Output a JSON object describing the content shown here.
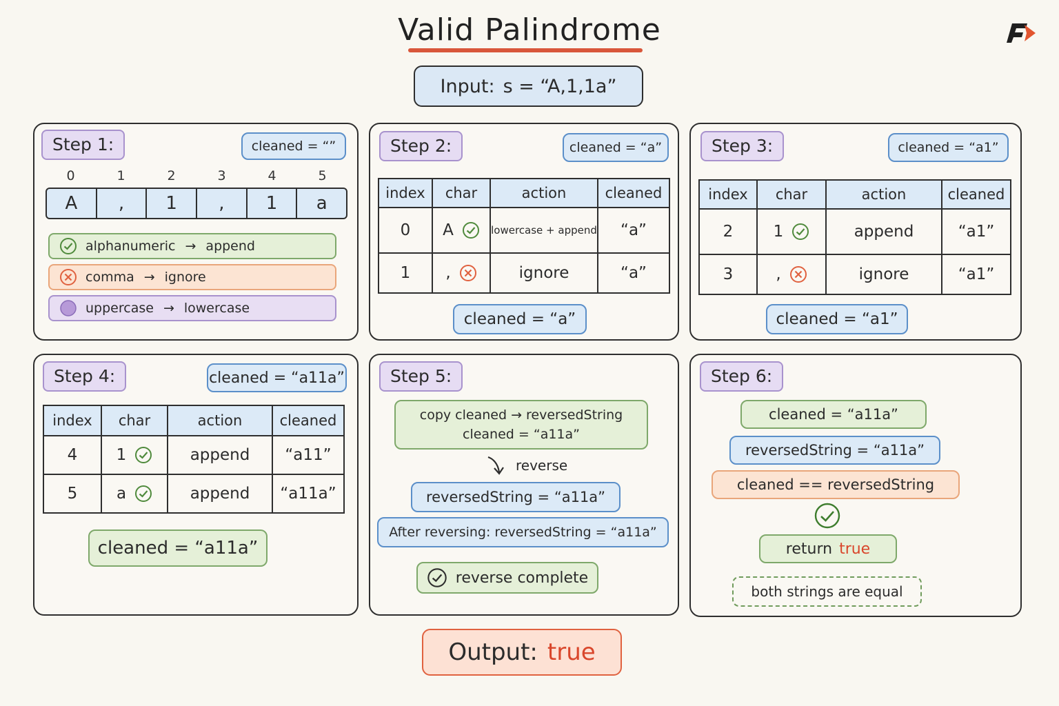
{
  "title": "Valid Palindrome",
  "input": {
    "label": "Input:",
    "expr": "s = “A,1,1a”"
  },
  "colors": {
    "accent_red": "#d9573b",
    "blue": "#dceaf7",
    "green": "#e5f0d8",
    "orange": "#fce4d3",
    "purple": "#e8def3"
  },
  "step1": {
    "tag": "Step 1:",
    "cleaned": "cleaned = “”",
    "indices": [
      "0",
      "1",
      "2",
      "3",
      "4",
      "5"
    ],
    "chars": [
      "A",
      ",",
      "1",
      ",",
      "1",
      "a"
    ],
    "rules": [
      {
        "icon": "check-circle-icon",
        "left": "alphanumeric",
        "arrow": "→",
        "right": "append"
      },
      {
        "icon": "x-circle-icon",
        "left": "comma",
        "arrow": "→",
        "right": "ignore"
      },
      {
        "icon": "purple-dot-icon",
        "left": "uppercase",
        "arrow": "→",
        "right": "lowercase"
      }
    ]
  },
  "step2": {
    "tag": "Step 2:",
    "cleaned": "cleaned = “a”",
    "headers": [
      "index",
      "char",
      "action",
      "cleaned"
    ],
    "rows": [
      {
        "index": "0",
        "char": "A",
        "action": "lowercase + append",
        "cleaned": "“a”"
      },
      {
        "index": "1",
        "char": ",",
        "action": "ignore",
        "cleaned": "“a”"
      }
    ],
    "result": "cleaned = “a”"
  },
  "step3": {
    "tag": "Step 3:",
    "cleaned": "cleaned = “a1”",
    "headers": [
      "index",
      "char",
      "action",
      "cleaned"
    ],
    "rows": [
      {
        "index": "2",
        "char": "1",
        "action": "append",
        "cleaned": "“a1”"
      },
      {
        "index": "3",
        "char": ",",
        "action": "ignore",
        "cleaned": "“a1”"
      }
    ],
    "result": "cleaned = “a1”"
  },
  "step4": {
    "tag": "Step 4:",
    "cleaned": "cleaned = “a11a”",
    "headers": [
      "index",
      "char",
      "action",
      "cleaned"
    ],
    "rows": [
      {
        "index": "4",
        "char": "1",
        "action": "append",
        "cleaned": "“a11”"
      },
      {
        "index": "5",
        "char": "a",
        "action": "append",
        "cleaned": "“a11a”"
      }
    ],
    "result": "cleaned = “a11a”"
  },
  "step5": {
    "tag": "Step 5:",
    "copy_line1": "copy cleaned → reversedString",
    "copy_line2": "cleaned = “a11a”",
    "reverse_label": "reverse",
    "reversed": "reversedString = “a11a”",
    "after": "After reversing: reversedString = “a11a”",
    "complete": "reverse complete"
  },
  "step6": {
    "tag": "Step 6:",
    "cleaned": "cleaned = “a11a”",
    "reversed": "reversedString = “a11a”",
    "compare": "cleaned == reversedString",
    "return_kw": "return",
    "return_val": "true",
    "note": "both strings are equal"
  },
  "output": {
    "label": "Output:",
    "value": "true"
  }
}
